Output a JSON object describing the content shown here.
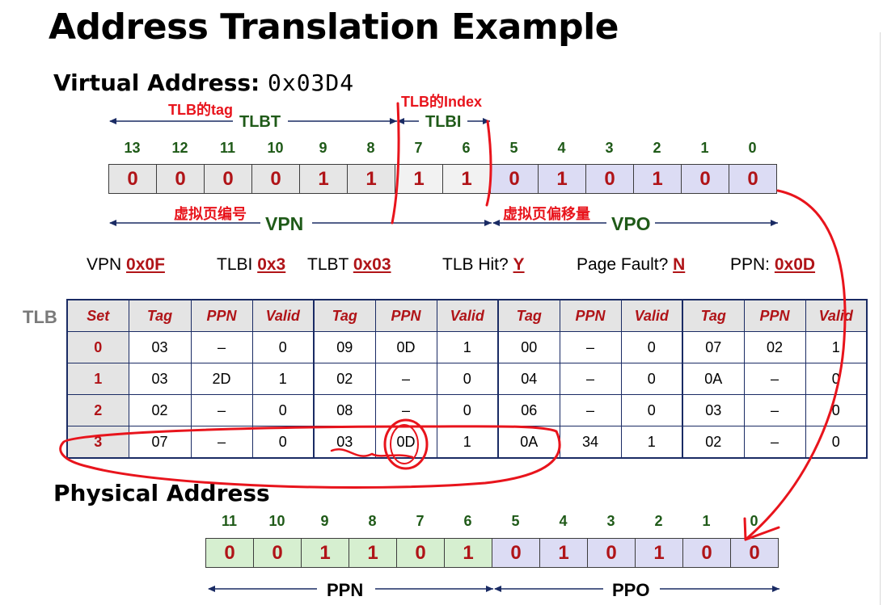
{
  "title": "Address Translation Example",
  "virtual": {
    "label": "Virtual Address:",
    "value": "0x03D4",
    "bit_indices": [
      "13",
      "12",
      "11",
      "10",
      "9",
      "8",
      "7",
      "6",
      "5",
      "4",
      "3",
      "2",
      "1",
      "0"
    ],
    "bits": [
      "0",
      "0",
      "0",
      "0",
      "1",
      "1",
      "1",
      "1",
      "0",
      "1",
      "0",
      "1",
      "0",
      "0"
    ],
    "annotations": {
      "tlb_tag": "TLB的tag",
      "tlb_index": "TLB的Index",
      "vpn_cn": "虚拟页编号",
      "vpo_cn": "虚拟页偏移量"
    },
    "labels": {
      "tlbt": "TLBT",
      "tlbi": "TLBI",
      "vpn": "VPN",
      "vpo": "VPO"
    }
  },
  "info": {
    "vpn_label": "VPN",
    "vpn_value": "0x0F",
    "tlbi_label": "TLBI",
    "tlbi_value": "0x3",
    "tlbt_label": "TLBT",
    "tlbt_value": "0x03",
    "hit_label": "TLB Hit?",
    "hit_value": "Y",
    "fault_label": "Page Fault?",
    "fault_value": "N",
    "ppn_label": "PPN:",
    "ppn_value": "0x0D"
  },
  "tlb": {
    "label": "TLB",
    "headers": [
      "Set",
      "Tag",
      "PPN",
      "Valid",
      "Tag",
      "PPN",
      "Valid",
      "Tag",
      "PPN",
      "Valid",
      "Tag",
      "PPN",
      "Valid"
    ],
    "rows": [
      [
        "0",
        "03",
        "–",
        "0",
        "09",
        "0D",
        "1",
        "00",
        "–",
        "0",
        "07",
        "02",
        "1"
      ],
      [
        "1",
        "03",
        "2D",
        "1",
        "02",
        "–",
        "0",
        "04",
        "–",
        "0",
        "0A",
        "–",
        "0"
      ],
      [
        "2",
        "02",
        "–",
        "0",
        "08",
        "–",
        "0",
        "06",
        "–",
        "0",
        "03",
        "–",
        "0"
      ],
      [
        "3",
        "07",
        "–",
        "0",
        "03",
        "0D",
        "1",
        "0A",
        "34",
        "1",
        "02",
        "–",
        "0"
      ]
    ]
  },
  "physical": {
    "label": "Physical Address",
    "bit_indices": [
      "11",
      "10",
      "9",
      "8",
      "7",
      "6",
      "5",
      "4",
      "3",
      "2",
      "1",
      "0"
    ],
    "bits": [
      "0",
      "0",
      "1",
      "1",
      "0",
      "1",
      "0",
      "1",
      "0",
      "1",
      "0",
      "0"
    ],
    "labels": {
      "ppn": "PPN",
      "ppo": "PPO"
    }
  },
  "colors": {
    "bit_value": "#b01418",
    "label_green": "#1f5a18",
    "annotation_red": "#e8141c",
    "vpo_fill": "#dcdcf4",
    "ppn_fill": "#d6efd0",
    "table_border": "#1a2b64"
  }
}
